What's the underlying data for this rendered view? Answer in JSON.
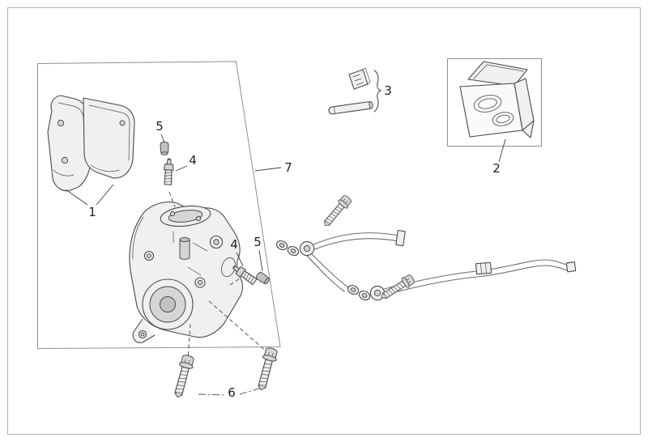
{
  "colors": {
    "background": "#ffffff",
    "line": "#4a4a4a",
    "light_line": "#6e6e6e",
    "frame_border": "#b5b5b5",
    "group_outline": "#8f8f8f",
    "fill_light": "#f0f0f0",
    "fill_mid": "#d6d6d6",
    "fill_dark": "#c2c2c2",
    "text": "#1f1f1f"
  },
  "callouts": {
    "brake_pads": "1",
    "seal_kit": "2",
    "pad_pin_kit": "3",
    "bleed_valve_upper": "4",
    "bleed_valve_cap_upper": "5",
    "bleed_valve_lower": "4",
    "bleed_valve_cap_lower": "5",
    "mounting_bolts": "6",
    "caliper_group": "7"
  }
}
